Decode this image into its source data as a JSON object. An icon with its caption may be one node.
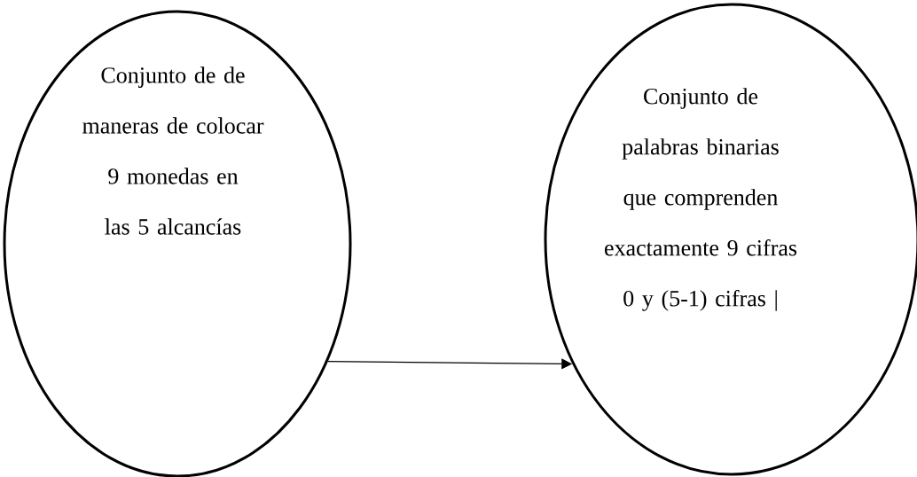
{
  "diagram": {
    "nodes": [
      {
        "text": [
          "Conjunto de de maneras de colocar 9 monedas en las 5 alcancías"
        ]
      },
      {
        "text": [
          "Conjunto de palabras binarias que comprenden exactamente 9 cifras 0 y (5-1) cifras |"
        ]
      }
    ],
    "edges": [
      {
        "from": 0,
        "to": 1,
        "arrow": "to"
      }
    ]
  }
}
